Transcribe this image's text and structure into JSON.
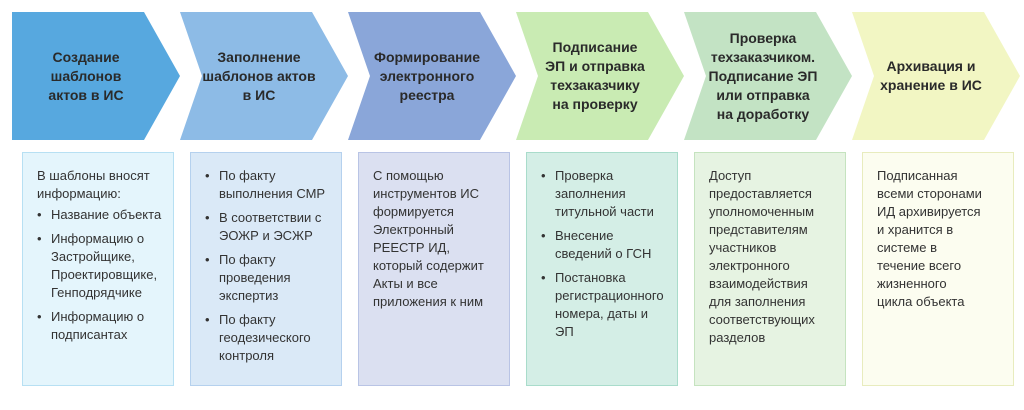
{
  "steps": [
    {
      "title": "Создание\nшаблонов\nактов в ИС",
      "color": "#57a8df",
      "box_bg": "#e4f5fc",
      "box_border": "#b7e0f3",
      "intro": "В шаблоны вносят\nинформацию:",
      "bullets": [
        "Название объекта",
        "Информацию о\nЗастройщике,\nПроектировщике,\nГенподрядчике",
        "Информацию о\nподписантах"
      ]
    },
    {
      "title": "Заполнение\nшаблонов актов\nв ИС",
      "color": "#8dbbe6",
      "box_bg": "#dae9f7",
      "box_border": "#b5d1ee",
      "intro": "",
      "bullets": [
        "По факту\nвыполнения СМР",
        "В соответствии с\nЭОЖР и ЭСЖР",
        "По факту\nпроведения\nэкспертиз",
        "По факту\nгеодезического\nконтроля"
      ]
    },
    {
      "title": "Формирование\nэлектронного\nреестра",
      "color": "#8aa6d9",
      "box_bg": "#dbe0f1",
      "box_border": "#b9c4e5",
      "intro": "С помощью\nинструментов ИС\nформируется\nЭлектронный\nРЕЕСТР ИД,\nкоторый содержит\nАкты и все\nприложения к ним",
      "bullets": []
    },
    {
      "title": "Подписание\nЭП и отправка\nтехзаказчику\nна проверку",
      "color": "#c9ebb3",
      "box_bg": "#d4eee6",
      "box_border": "#a9dccb",
      "intro": "",
      "bullets": [
        "Проверка\nзаполнения\nтитульной части",
        "Внесение\nсведений о ГСН",
        "Постановка\nрегистрационного\nномера, даты и ЭП"
      ]
    },
    {
      "title": "Проверка\nтехзаказчиком.\nПодписание ЭП\nили отправка\nна доработку",
      "color": "#c3e3c4",
      "box_bg": "#e6f3e2",
      "box_border": "#c5e3bf",
      "intro": "Доступ\nпредоставляется\nуполномоченным\nпредставителям\nучастников\nэлектронного\nвзаимодействия\nдля заполнения\nсоответствующих\nразделов",
      "bullets": []
    },
    {
      "title": "Архивация и\nхранение в ИС",
      "color": "#f2f6c3",
      "box_bg": "#fcfdf0",
      "box_border": "#e8ecbe",
      "intro": "Подписанная\nвсеми сторонами\nИД архивируется\nи хранится в\nсистеме в\nтечение всего\nжизненного\nцикла объекта",
      "bullets": []
    }
  ]
}
